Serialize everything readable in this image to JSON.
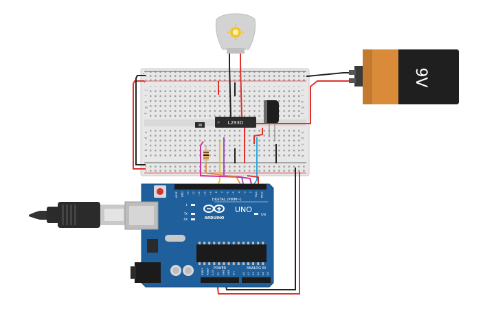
{
  "circuit": {
    "driver_chip": {
      "label": "L293D"
    },
    "battery": {
      "label": "9V",
      "body_color": "#1f1f1f",
      "band_color": "#d98b3a"
    },
    "motor": {
      "icon": "dc-motor-icon"
    },
    "arduino": {
      "logo_text": "ARDUINO",
      "model": "UNO",
      "digital_label": "DIGITAL (PWM~)",
      "power_label": "POWER",
      "analog_label": "ANALOG IN",
      "on_label": "ON",
      "led_labels": [
        "L",
        "TX",
        "RX"
      ],
      "digital_pins": [
        "AREF",
        "GND",
        "13",
        "12",
        "~11",
        "~10",
        "~9",
        "8",
        "7",
        "~6",
        "~5",
        "4",
        "~3",
        "2",
        "TX▸1",
        "RX◂0"
      ],
      "power_pins": [
        "IOREF",
        "RESET",
        "3.3V",
        "5V",
        "GND",
        "GND",
        "Vin"
      ],
      "analog_pins": [
        "A0",
        "A1",
        "A2",
        "A3",
        "A4",
        "A5"
      ],
      "board_color": "#1f5f9c"
    },
    "breadboard": {
      "row_letters_top": [
        "j",
        "i",
        "h",
        "g",
        "f"
      ],
      "row_letters_bottom": [
        "e",
        "d",
        "c",
        "b",
        "a"
      ],
      "column_numbers": [
        "1",
        "5",
        "10",
        "15",
        "20",
        "25",
        "30"
      ],
      "rail_plus": "+",
      "rail_minus": "-"
    },
    "wire_colors": {
      "red": "#e0302a",
      "black": "#222222",
      "yellow": "#f2c230",
      "purple": "#9a4fc0",
      "blue": "#2aa7e0",
      "magenta": "#cc3399",
      "orange": "#e67e22"
    }
  }
}
